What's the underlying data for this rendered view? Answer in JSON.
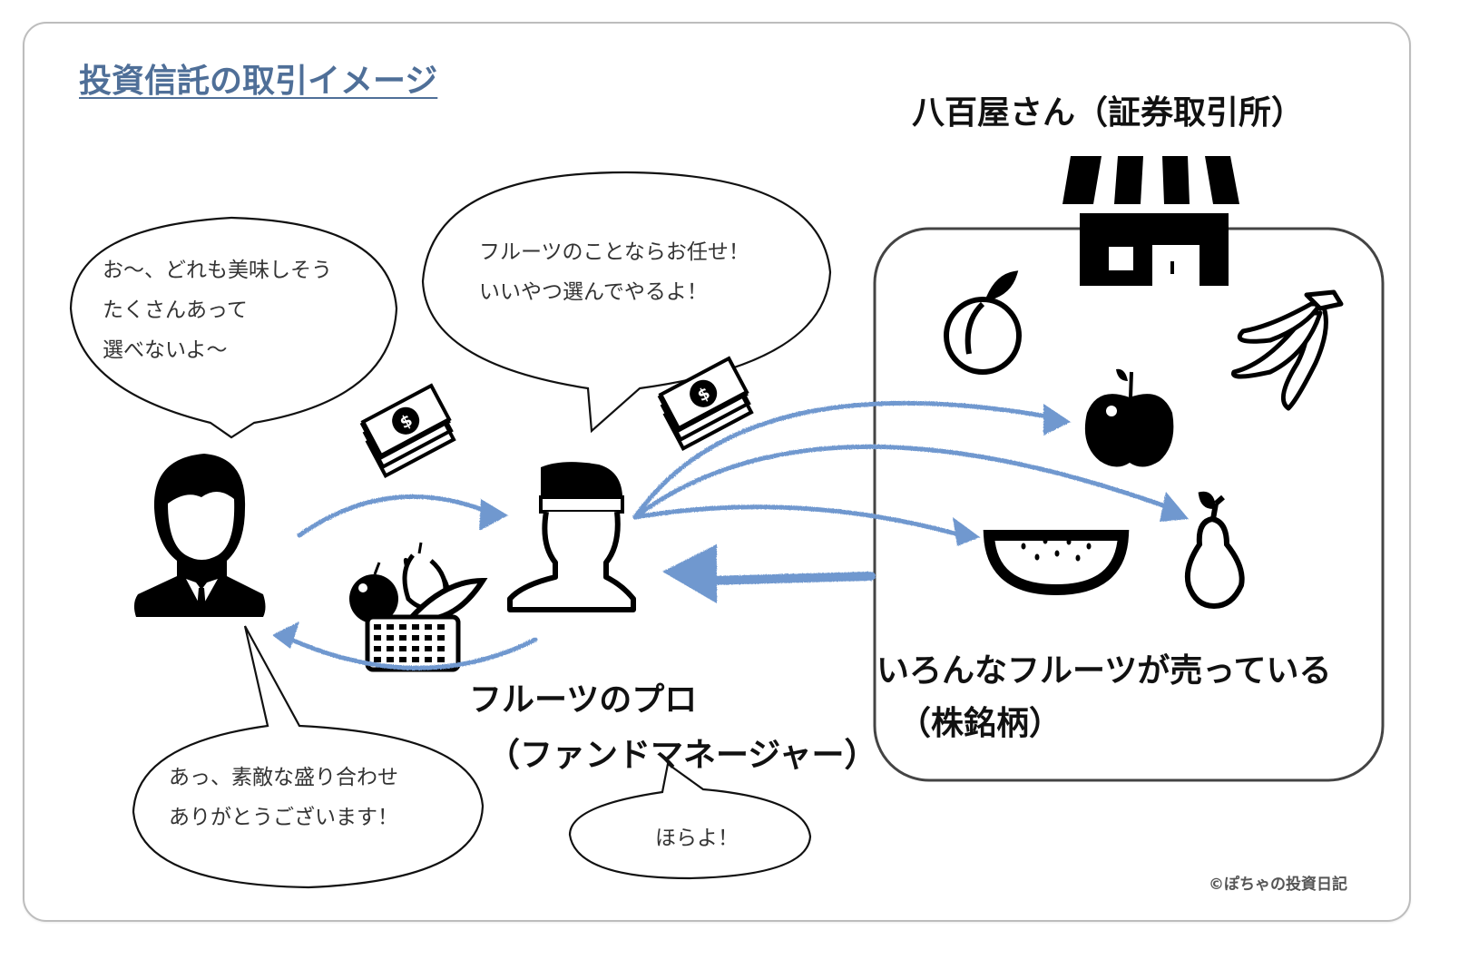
{
  "title": "投資信託の取引イメージ",
  "market": {
    "title": "八百屋さん（証券取引所）",
    "caption_line1": "いろんなフルーツが売っている",
    "caption_line2": "（株銘柄）"
  },
  "investor": {
    "bubble_top": [
      "お〜、どれも美味しそう",
      "たくさんあって",
      "選べないよ〜"
    ],
    "bubble_bottom": [
      "あっ、素敵な盛り合わせ",
      "ありがとうございます！"
    ]
  },
  "manager": {
    "bubble_top": [
      "フルーツのことならお任せ！",
      "いいやつ選んでやるよ！"
    ],
    "label_line1": "フルーツのプロ",
    "label_line2": "（ファンドマネージャー）",
    "bubble_bottom": "ほらよ！"
  },
  "credit": "©ぽちゃの投資日記",
  "colors": {
    "title": "#4f6f98",
    "arrow": "#6f98cf",
    "icon": "#000000",
    "border": "#bdbdbd"
  },
  "icons": [
    "investor-person-icon",
    "fund-manager-person-icon",
    "money-stack-icon",
    "fruit-basket-icon",
    "store-icon",
    "peach-icon",
    "banana-icon",
    "apple-icon",
    "watermelon-icon",
    "pear-icon"
  ]
}
